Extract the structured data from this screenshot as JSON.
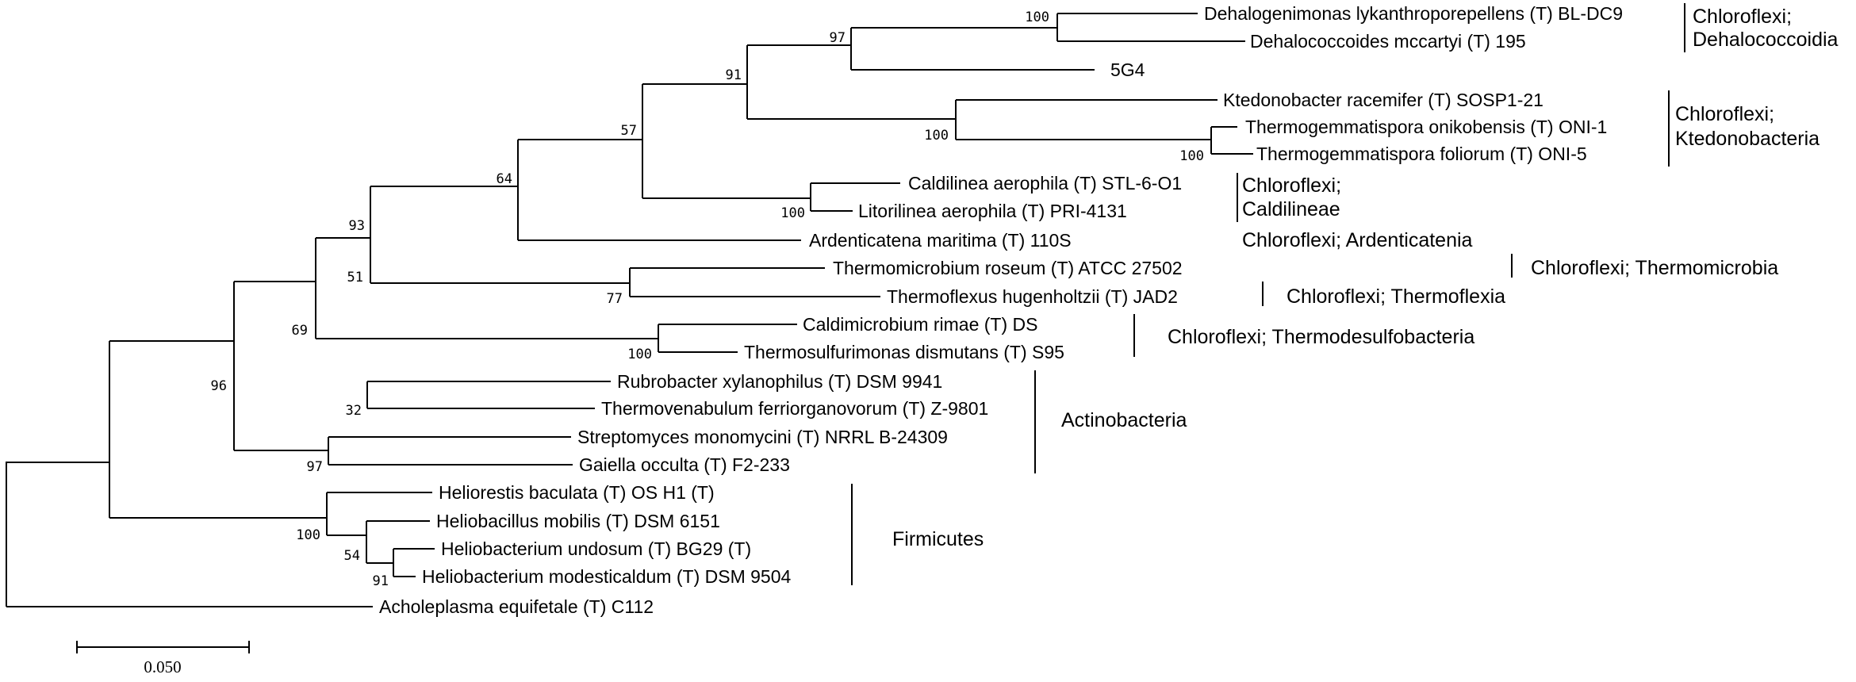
{
  "taxa": [
    "Dehalogenimonas lykanthroporepellens (T) BL-DC9",
    "Dehalococcoides mccartyi (T) 195",
    "5G4",
    "Ktedonobacter racemifer (T) SOSP1-21",
    "Thermogemmatispora onikobensis (T) ONI-1",
    "Thermogemmatispora foliorum (T) ONI-5",
    "Caldilinea aerophila (T) STL-6-O1",
    "Litorilinea aerophila (T) PRI-4131",
    "Ardenticatena maritima (T) 110S",
    "Thermomicrobium roseum (T) ATCC 27502",
    "Thermoflexus hugenholtzii (T) JAD2",
    "Caldimicrobium rimae (T) DS",
    "Thermosulfurimonas dismutans (T) S95",
    "Rubrobacter xylanophilus (T) DSM 9941",
    "Thermovenabulum ferriorganovorum (T) Z-9801",
    "Streptomyces monomycini (T) NRRL B-24309",
    "Gaiella occulta (T) F2-233",
    "Heliorestis baculata (T) OS H1 (T)",
    "Heliobacillus mobilis (T) DSM 6151",
    "Heliobacterium undosum (T) BG29 (T)",
    "Heliobacterium modesticaldum (T) DSM 9504",
    "Acholeplasma equifetale (T) C112"
  ],
  "bootstrap": [
    "100",
    "97",
    "91",
    "100",
    "100",
    "57",
    "100",
    "64",
    "93",
    "77",
    "51",
    "100",
    "69",
    "32",
    "96",
    "97",
    "100",
    "54",
    "91"
  ],
  "groups": {
    "dehalococcoidia": [
      "Chloroflexi;",
      "Dehalococcoidia"
    ],
    "ktedonobacteria": [
      "Chloroflexi;",
      "Ktedonobacteria"
    ],
    "caldilineae": [
      "Chloroflexi;",
      "Caldilineae"
    ],
    "ardenticatenia": "Chloroflexi; Ardenticatenia",
    "thermomicrobia": "Chloroflexi; Thermomicrobia",
    "thermoflexia": "Chloroflexi; Thermoflexia",
    "thermodesulfobacteria": "Chloroflexi; Thermodesulfobacteria",
    "actinobacteria": "Actinobacteria",
    "firmicutes": "Firmicutes"
  },
  "scale_bar": {
    "label": "0.050"
  }
}
